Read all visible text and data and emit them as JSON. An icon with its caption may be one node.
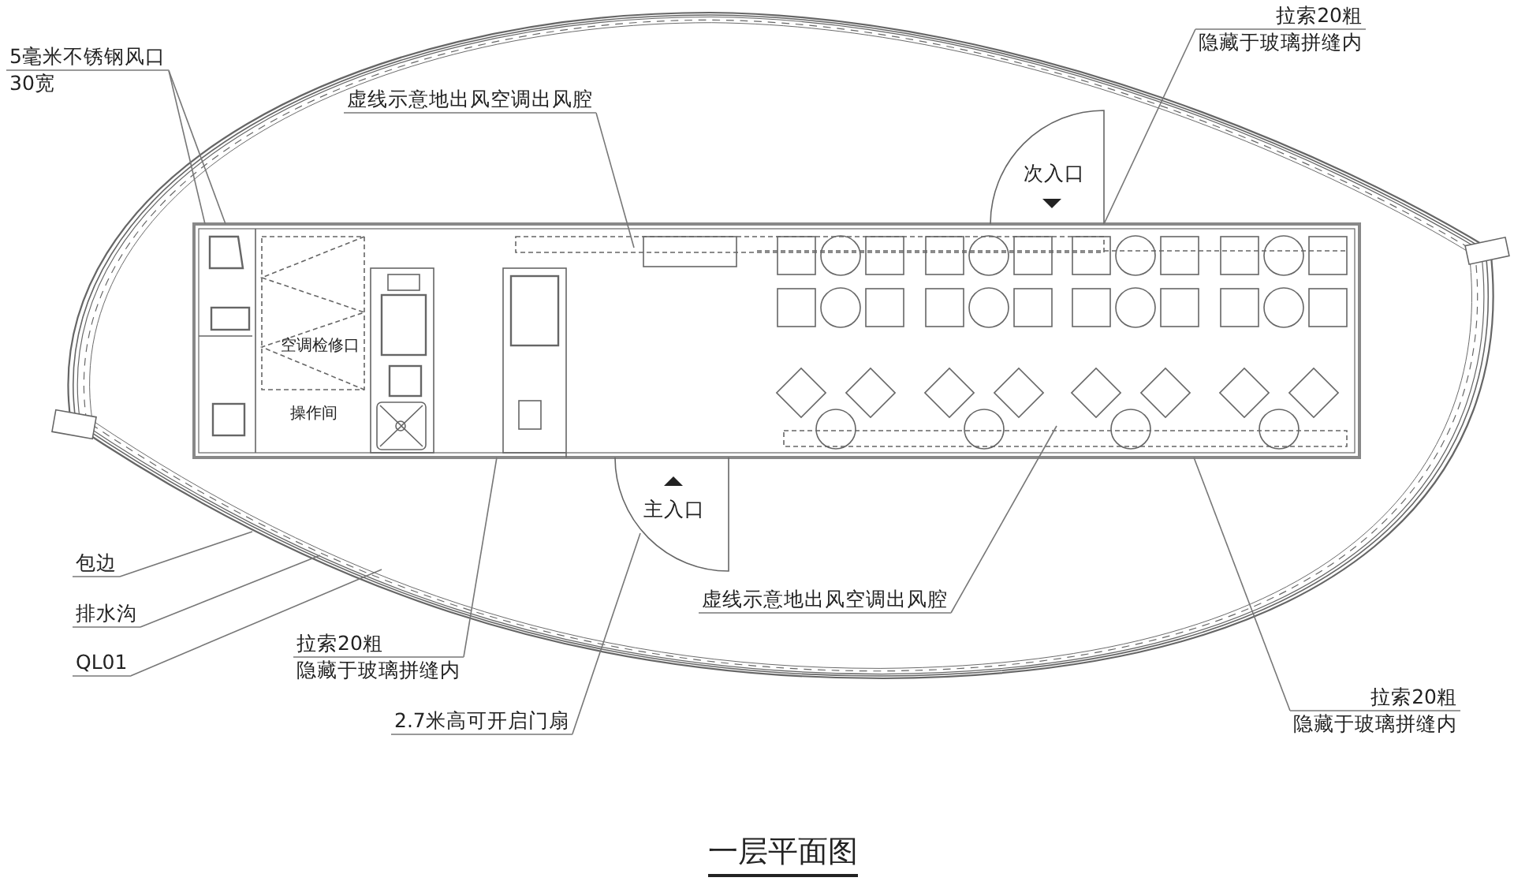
{
  "diagram": {
    "title": "一层平面图",
    "nodes": [
      {
        "text": [
          "5毫米不锈钢风口",
          "30宽"
        ]
      },
      {
        "text": [
          "虚线示意地出风空调出风腔"
        ]
      },
      {
        "text": [
          "拉索20粗",
          "隐藏于玻璃拼缝内"
        ]
      },
      {
        "text": [
          "包边"
        ]
      },
      {
        "text": [
          "排水沟"
        ]
      },
      {
        "text": [
          "QL01"
        ]
      },
      {
        "text": [
          "拉索20粗",
          "隐藏于玻璃拼缝内"
        ]
      },
      {
        "text": [
          "2.7米高可开启门扇"
        ]
      },
      {
        "text": [
          "虚线示意地出风空调出风腔"
        ]
      },
      {
        "text": [
          "拉索20粗",
          "隐藏于玻璃拼缝内"
        ]
      }
    ],
    "edges": [
      {
        "from": 0,
        "to": null,
        "arrow": "none"
      },
      {
        "from": 0,
        "to": null,
        "arrow": "none"
      },
      {
        "from": 1,
        "to": null,
        "arrow": "none"
      },
      {
        "from": 2,
        "to": null,
        "arrow": "none"
      },
      {
        "from": 3,
        "to": null,
        "arrow": "none"
      },
      {
        "from": 4,
        "to": null,
        "arrow": "none"
      },
      {
        "from": 5,
        "to": null,
        "arrow": "none"
      },
      {
        "from": 6,
        "to": null,
        "arrow": "none"
      },
      {
        "from": 7,
        "to": null,
        "arrow": "none"
      },
      {
        "from": 8,
        "to": null,
        "arrow": "none"
      },
      {
        "from": 9,
        "to": null,
        "arrow": "none"
      }
    ],
    "labels": [
      "次入口",
      "空调检修口",
      "操作间",
      "主入口"
    ]
  }
}
